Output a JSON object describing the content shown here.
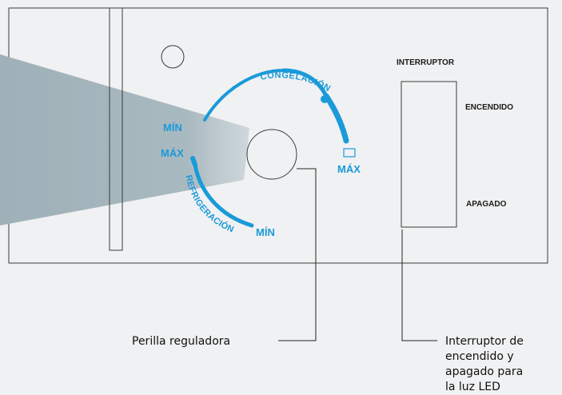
{
  "panel": {
    "switch_title": "INTERRUPTOR",
    "switch_on": "ENCENDIDO",
    "switch_off": "APAGADO"
  },
  "dial": {
    "freeze_label": "CONGELACIÓN",
    "freeze_min": "MÍN",
    "freeze_max": "MÁX",
    "fridge_label": "REFRIGERACIÓN",
    "fridge_max": "MÁX",
    "fridge_min": "MÍN"
  },
  "callouts": {
    "knob": "Perilla reguladora",
    "switch_lines": [
      "Interruptor de",
      "encendido y",
      "apagado para",
      "la luz LED"
    ]
  },
  "colors": {
    "accent": "#1a9ad9",
    "light_beam": "#9fb0b8"
  }
}
